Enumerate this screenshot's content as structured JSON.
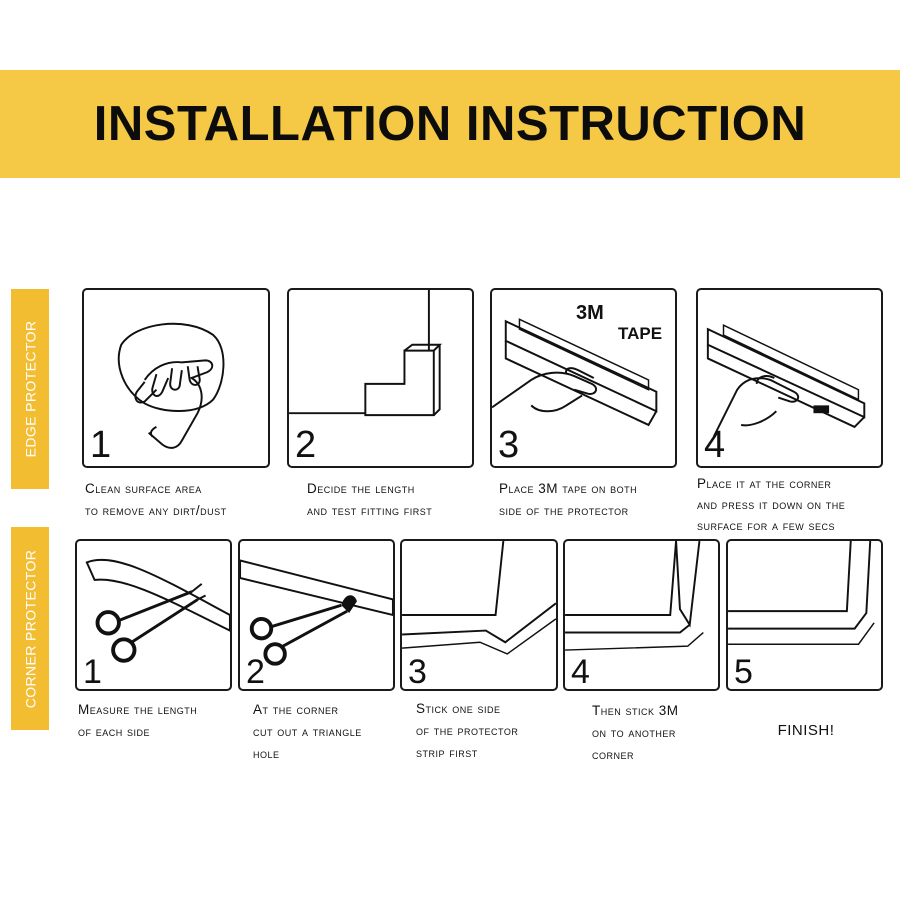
{
  "colors": {
    "accent": "#f5c945",
    "tab": "#f3bd32",
    "ink": "#111111"
  },
  "title": "INSTALLATION INSTRUCTION",
  "sections": {
    "edge": "EDGE PROTECTOR",
    "corner": "CORNER PROTECTOR"
  },
  "edge_steps": [
    {
      "num": "1",
      "caption": "Clean surface area\nto remove any dirt/dust",
      "icon": "hand-wiping-icon"
    },
    {
      "num": "2",
      "caption": "Decide the length\nand test fitting first",
      "icon": "corner-fitting-icon"
    },
    {
      "num": "3",
      "caption": "Place 3M tape on both\nside of the protector",
      "icon": "hand-applying-tape-icon",
      "tape_label_a": "3M",
      "tape_label_b": "TAPE"
    },
    {
      "num": "4",
      "caption": "Place it at the corner\nand press it down on the\nsurface for a few secs",
      "icon": "hand-pressing-icon"
    }
  ],
  "corner_steps": [
    {
      "num": "1",
      "caption": "Measure the length\nof each side",
      "icon": "scissors-icon"
    },
    {
      "num": "2",
      "caption": "At the corner\ncut out a triangle\nhole",
      "icon": "scissors-triangle-icon"
    },
    {
      "num": "3",
      "caption": "Stick one side\nof the protector\nstrip first",
      "icon": "strip-one-side-icon"
    },
    {
      "num": "4",
      "caption": "Then stick 3M\non to another\ncorner",
      "icon": "strip-other-side-icon"
    },
    {
      "num": "5",
      "caption": "FINISH!",
      "icon": "finished-corner-icon"
    }
  ]
}
